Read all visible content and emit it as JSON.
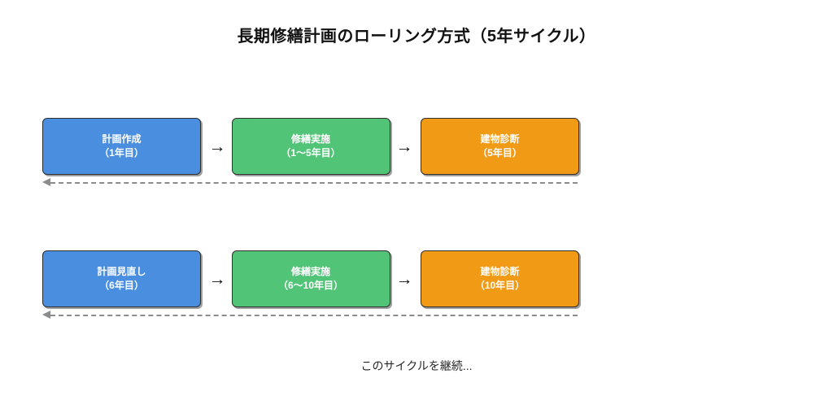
{
  "diagram": {
    "title": "長期修繕計画のローリング方式（5年サイクル）",
    "caption": "このサイクルを継続...",
    "background_color": "#ffffff",
    "colors": {
      "blue": "#4a8ee0",
      "green": "#52c478",
      "orange": "#f09a15",
      "box_border": "#2f2f2f",
      "arrow": "#111111",
      "feedback_arrow": "#8c8c8c",
      "box_text": "#ffffff",
      "title_text": "#111111"
    },
    "rows": [
      {
        "id": "cycle-1",
        "boxes": [
          {
            "title": "計画作成",
            "period": "（1年目）",
            "color": "blue"
          },
          {
            "title": "修繕実施",
            "period": "（1〜5年目）",
            "color": "green"
          },
          {
            "title": "建物診断",
            "period": "（5年目）",
            "color": "orange"
          }
        ],
        "step_arrows": [
          "→",
          "→"
        ],
        "feedback_arrow": "◀┈┈┈"
      },
      {
        "id": "cycle-2",
        "boxes": [
          {
            "title": "計画見直し",
            "period": "（6年目）",
            "color": "blue"
          },
          {
            "title": "修繕実施",
            "period": "（6〜10年目）",
            "color": "green"
          },
          {
            "title": "建物診断",
            "period": "（10年目）",
            "color": "orange"
          }
        ],
        "step_arrows": [
          "→",
          "→"
        ],
        "feedback_arrow": "◀┈┈┈"
      }
    ]
  }
}
